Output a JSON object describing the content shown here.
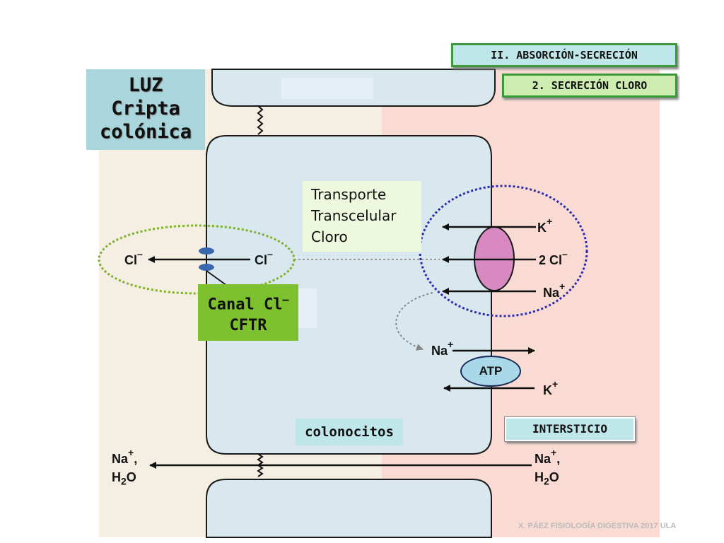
{
  "header": {
    "section_tag": "II. ABSORCIÓN-SECRECIÓN",
    "subsection_tag": "2. SECRECIÓN CLORO"
  },
  "luz_box": {
    "lines": [
      "LUZ",
      "Cripta",
      "colónica"
    ]
  },
  "transport_box": {
    "lines": [
      "Transporte",
      "Transcelular",
      "Cloro"
    ]
  },
  "channel_box": {
    "line1": "Canal Cl",
    "line1_sup": "–",
    "line2": "CFTR"
  },
  "cell_label": "colonocitos",
  "interstitium_label": "INTERSTICIO",
  "ions": {
    "lumen_cl": "Cl",
    "lumen_cl_sup": "–",
    "cell_cl": "Cl",
    "cell_cl_sup": "–",
    "k_in": "K",
    "k_in_sup": "+",
    "cl2": "2 Cl",
    "cl2_sup": "–",
    "na_in": "Na",
    "na_in_sup": "+",
    "na_pump": "Na",
    "na_pump_sup": "+",
    "k_pump": "K",
    "k_pump_sup": "+",
    "para_left_na": "Na",
    "para_left_na_sup": "+",
    "para_left_comma": ",",
    "para_left_h": "H",
    "para_left_h_sub": "2",
    "para_left_o": "O",
    "para_right_na": "Na",
    "para_right_na_sup": "+",
    "para_right_comma": ",",
    "para_right_h": "H",
    "para_right_h_sub": "2",
    "para_right_o": "O"
  },
  "atp_label": "ATP",
  "footer": "X. PÁEZ   FISIOLOGÍA DIGESTIVA 2017  ULA",
  "colors": {
    "lumen_bg": "#f4eee3",
    "interstitium_bg": "#f9dbd3",
    "cell_fill": "#d8e8ee",
    "cell_stroke": "#1a1a1a",
    "cotransporter": "#d989c2",
    "cftr": "#3a68b0",
    "highlight_green": "#7dc12e",
    "dotted_blue": "#2a2ab0",
    "dotted_green": "#7fb02a"
  }
}
